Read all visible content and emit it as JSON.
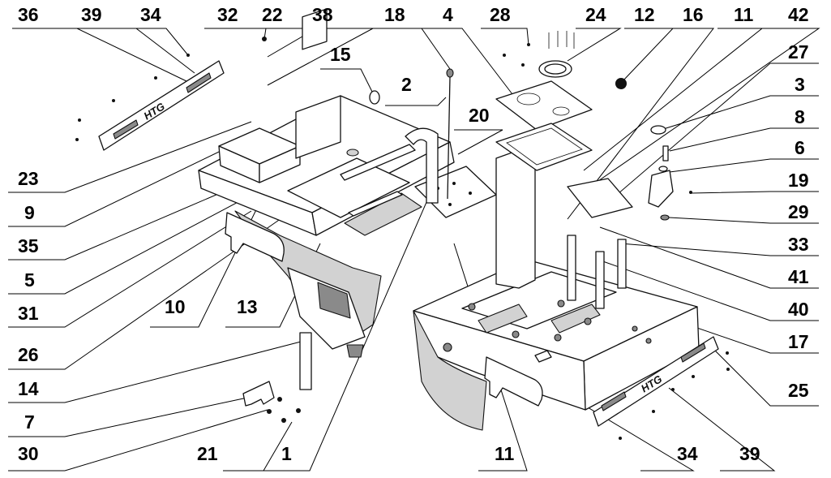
{
  "callouts": [
    {
      "id": "c36a",
      "label": "36"
    },
    {
      "id": "c39a",
      "label": "39"
    },
    {
      "id": "c34a",
      "label": "34"
    },
    {
      "id": "c32",
      "label": "32"
    },
    {
      "id": "c22",
      "label": "22"
    },
    {
      "id": "c38",
      "label": "38"
    },
    {
      "id": "c18",
      "label": "18"
    },
    {
      "id": "c4",
      "label": "4"
    },
    {
      "id": "c28",
      "label": "28"
    },
    {
      "id": "c24",
      "label": "24"
    },
    {
      "id": "c12",
      "label": "12"
    },
    {
      "id": "c16",
      "label": "16"
    },
    {
      "id": "c11a",
      "label": "11"
    },
    {
      "id": "c42",
      "label": "42"
    },
    {
      "id": "c15",
      "label": "15"
    },
    {
      "id": "c2",
      "label": "2"
    },
    {
      "id": "c27",
      "label": "27"
    },
    {
      "id": "c3",
      "label": "3"
    },
    {
      "id": "c20",
      "label": "20"
    },
    {
      "id": "c8",
      "label": "8"
    },
    {
      "id": "c6",
      "label": "6"
    },
    {
      "id": "c23",
      "label": "23"
    },
    {
      "id": "c19",
      "label": "19"
    },
    {
      "id": "c9",
      "label": "9"
    },
    {
      "id": "c29",
      "label": "29"
    },
    {
      "id": "c35",
      "label": "35"
    },
    {
      "id": "c33",
      "label": "33"
    },
    {
      "id": "c5",
      "label": "5"
    },
    {
      "id": "c41",
      "label": "41"
    },
    {
      "id": "c10",
      "label": "10"
    },
    {
      "id": "c13",
      "label": "13"
    },
    {
      "id": "c31",
      "label": "31"
    },
    {
      "id": "c40",
      "label": "40"
    },
    {
      "id": "c17",
      "label": "17"
    },
    {
      "id": "c26",
      "label": "26"
    },
    {
      "id": "c14",
      "label": "14"
    },
    {
      "id": "c25",
      "label": "25"
    },
    {
      "id": "c7",
      "label": "7"
    },
    {
      "id": "c30",
      "label": "30"
    },
    {
      "id": "c21",
      "label": "21"
    },
    {
      "id": "c1",
      "label": "1"
    },
    {
      "id": "c11b",
      "label": "11"
    },
    {
      "id": "c34b",
      "label": "34"
    },
    {
      "id": "c39b",
      "label": "39"
    }
  ],
  "logo": {
    "text": "HTG"
  }
}
